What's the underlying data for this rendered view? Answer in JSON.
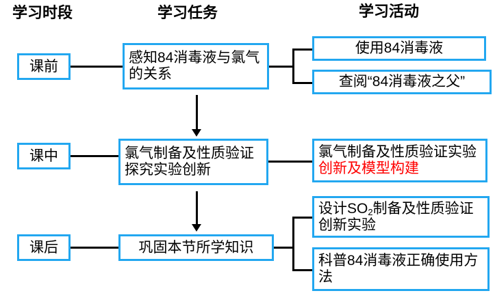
{
  "diagram": {
    "title_columns": [
      {
        "id": "stage",
        "label": "学习时段"
      },
      {
        "id": "task",
        "label": "学习任务"
      },
      {
        "id": "activity",
        "label": "学习活动"
      }
    ],
    "colors": {
      "box_border": "#22a7f0",
      "connector": "#000000",
      "text": "#000000",
      "highlight": "#ff0000",
      "background": "#ffffff"
    },
    "rows": [
      {
        "stage": "课前",
        "task": "感知84消毒液与氯气的关系",
        "activities": [
          {
            "text": "使用84消毒液",
            "highlight": ""
          },
          {
            "text": "查阅“84消毒液之父”",
            "highlight": ""
          }
        ]
      },
      {
        "stage": "课中",
        "task": "氯气制备及性质验证探究实验创新",
        "activities": [
          {
            "text": "氯气制备及性质验证实验",
            "highlight": "创新及模型构建"
          }
        ]
      },
      {
        "stage": "课后",
        "task": "巩固本节所学知识",
        "activities": [
          {
            "text_before_sub": "设计SO",
            "subscript": "2",
            "text_after_sub": "制备及性质验证创新实验",
            "highlight": ""
          },
          {
            "text": "科普84消毒液正确使用方法",
            "highlight": ""
          }
        ]
      }
    ]
  }
}
